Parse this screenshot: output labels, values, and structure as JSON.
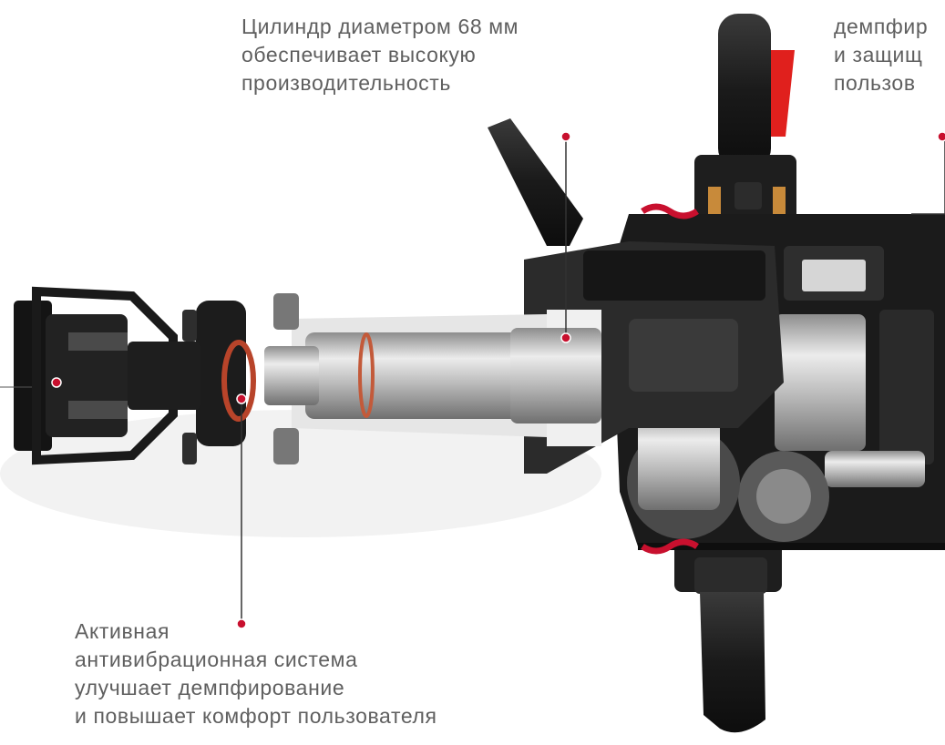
{
  "captions": {
    "cylinder": {
      "lines": [
        "Цилиндр диаметром 68 мм",
        "обеспечивает высокую",
        "производительность"
      ]
    },
    "handle": {
      "lines": [
        "демпфир",
        "и защищ",
        "пользов"
      ]
    },
    "antivibration": {
      "lines": [
        "Активная",
        "антивибрационная система",
        "улучшает демпфирование",
        "и повышает комфорт пользователя"
      ]
    }
  },
  "colors": {
    "accent": "#c8102e",
    "text": "#5f5f5f",
    "body_dark": "#1c1c1c",
    "metal": "#bfbfbf",
    "trigger": "#e0201d"
  },
  "icons": {
    "callout_dot": "callout-dot-icon"
  }
}
